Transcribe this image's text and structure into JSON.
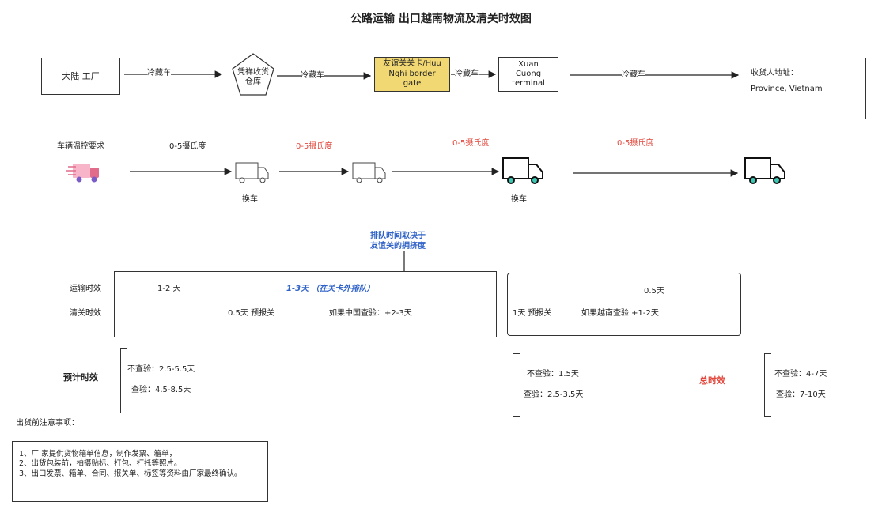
{
  "title": "公路运输 出口越南物流及清关时效图",
  "route": {
    "origin": "大陆 工厂",
    "warehouse": "凭祥收货\n仓库",
    "border": "友谊关关卡/Huu\nNghi border\ngate",
    "terminal": "Xuan\nCuong\nterminal",
    "consignee": "收货人地址：\nProvince, Vietnam",
    "leg_label": "冷藏车"
  },
  "temperature": {
    "heading": "车辆温控要求",
    "leg1": "0-5摄氏度",
    "leg2": "0-5摄氏度",
    "leg3": "0-5摄氏度",
    "leg4": "0-5摄氏度",
    "change": "换车"
  },
  "queue_note": "排队时间取决于\n友谊关的拥挤度",
  "timing": {
    "transport_label": "运输时效",
    "clearance_label": "清关时效",
    "cn_transport": "1-2 天",
    "border_queue": "1-3天 （在关卡外排队）",
    "cn_clearance": "0.5天 预报关",
    "cn_inspection": "如果中国查验：+2-3天",
    "vn_transport": "0.5天",
    "vn_clearance": "1天 预报关",
    "vn_inspection": "如果越南查验 +1-2天"
  },
  "estimate": {
    "label": "预计时效",
    "cn_no_inspect": "不查验：2.5-5.5天",
    "cn_inspect": "查验：4.5-8.5天",
    "vn_no_inspect": "不查验：1.5天",
    "vn_inspect": "查验：2.5-3.5天",
    "total_label": "总时效",
    "total_no_inspect": "不查验：4-7天",
    "total_inspect": "查验：7-10天"
  },
  "notes": {
    "heading": "出货前注意事项：",
    "line1": "1、厂 家提供货物箱单信息，制作发票、箱单，",
    "line2": "2、出货包装前，拍摄贴标、打包、打托等照片。",
    "line3": "3、出口发票、箱单、合同、报关单、标签等资料由厂家最终确认。"
  },
  "colors": {
    "border_highlight": "#f2d872",
    "red": "#e2483d",
    "blue": "#2f62c8",
    "truck_wheel": "#3cc8b4"
  }
}
